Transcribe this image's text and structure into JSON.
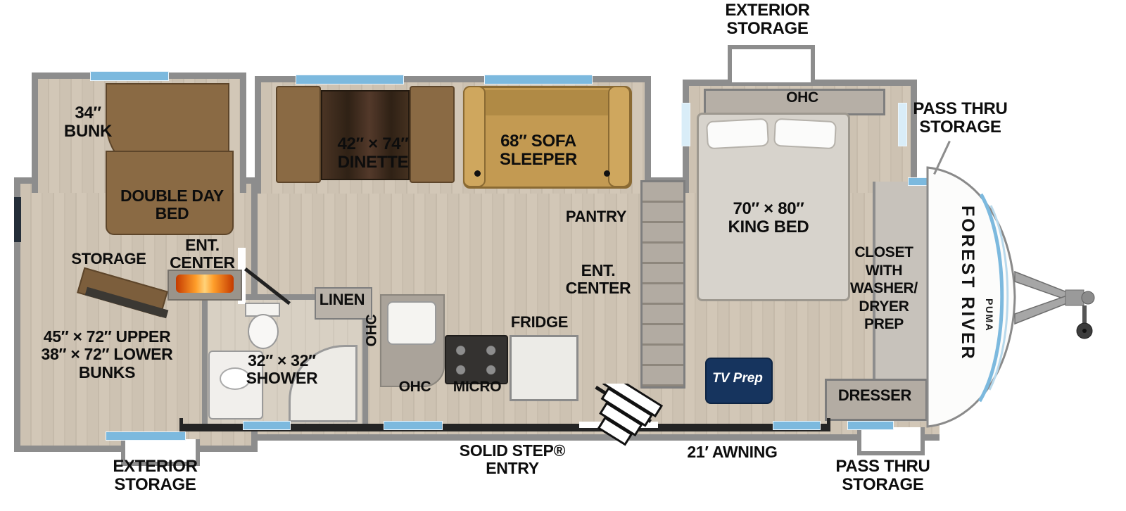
{
  "title": "Forest River Puma travel trailer floor plan",
  "labels": {
    "exterior_storage_top": "EXTERIOR\nSTORAGE",
    "ohc_bedroom": "OHC",
    "pass_thru_storage_top": "PASS THRU\nSTORAGE",
    "bunk_34": "34″\nBUNK",
    "dinette": "42″ × 74″\nDINETTE",
    "sofa_sleeper": "68″ SOFA\nSLEEPER",
    "king_bed": "70″ × 80″\nKING BED",
    "pantry": "PANTRY",
    "double_day_bed": "DOUBLE DAY\nBED",
    "ent_center_rear": "ENT.\nCENTER",
    "storage": "STORAGE",
    "ent_center_main": "ENT.\nCENTER",
    "closet": "CLOSET\nWITH\nWASHER/\nDRYER\nPREP",
    "linen": "LINEN",
    "ohc_kitchen_wall": "OHC",
    "bunks": "45″ × 72″ UPPER\n38″ × 72″ LOWER\nBUNKS",
    "shower": "32″ × 32″\nSHOWER",
    "ohc_kitchen": "OHC",
    "micro": "MICRO",
    "fridge": "FRIDGE",
    "tv_prep": "TV Prep",
    "dresser": "DRESSER",
    "brand_primary": "FOREST RIVER",
    "brand_secondary": "PUMA",
    "exterior_storage_bottom": "EXTERIOR\nSTORAGE",
    "solid_step_entry": "SOLID STEP®\nENTRY",
    "awning": "21′ AWNING",
    "pass_thru_storage_bottom": "PASS THRU\nSTORAGE"
  },
  "colors": {
    "wall_gray": "#8d8d8d",
    "floor_beige": "#cdc2b2",
    "window_blue": "#7cb9de",
    "furniture_wood": "#8a6a44",
    "sofa_gold": "#c39a52",
    "tv_prep_navy": "#16345e",
    "bed_gray": "#d7d3cc",
    "fireplace_orange": "#ff9e2a"
  }
}
